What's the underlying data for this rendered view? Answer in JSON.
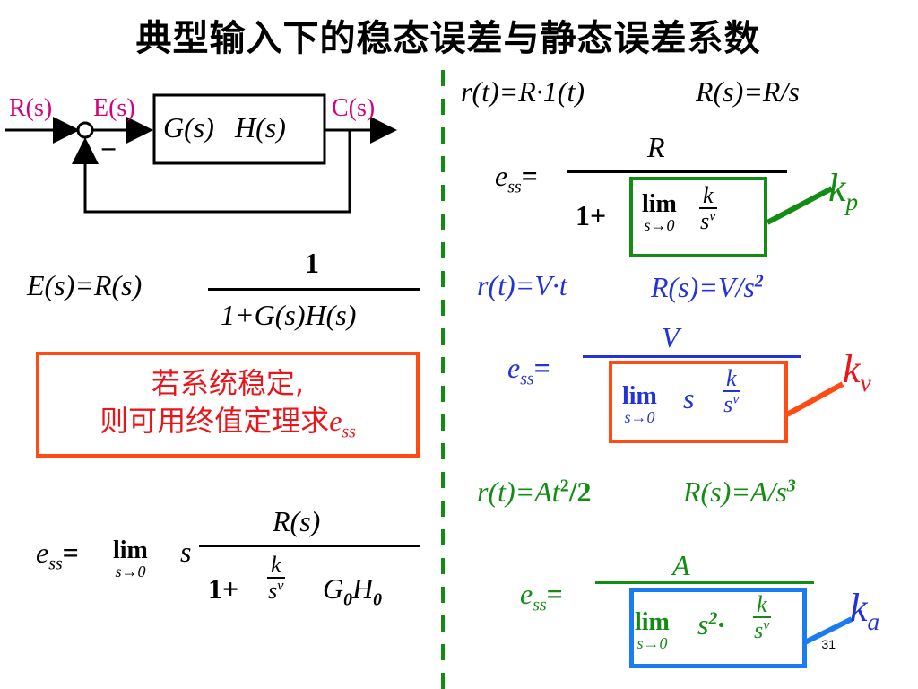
{
  "title": "典型输入下的稳态误差与静态误差系数",
  "diagram": {
    "input_label": "R(s)",
    "error_label": "E(s)",
    "output_label": "C(s)",
    "block_label_g": "G(s)",
    "block_label_h": "H(s)",
    "minus_sign": "−"
  },
  "error_formula": {
    "lhs": "E(s)=R(s)",
    "numerator": "1",
    "denominator": "1+G(s)H(s)"
  },
  "note": {
    "line1": "若系统稳定,",
    "line2": "则可用终值定理求",
    "ess": "e",
    "ess_sub": "ss"
  },
  "ess_general": {
    "lhs": "e",
    "lhs_sub": "ss",
    "eq": "=",
    "lim": "lim",
    "lim_sub": "s→0",
    "s": "s",
    "numerator": "R(s)",
    "den_prefix": "1+",
    "k": "k",
    "sv": "s",
    "v": "v",
    "gh": "G",
    "gh_sub": "0",
    "h": "H",
    "h_sub": "0"
  },
  "step": {
    "r_t": "r(t)=R·1(t)",
    "R_s": "R(s)=R/s",
    "numerator": "R",
    "den_prefix": "1+",
    "lim": "lim",
    "lim_sub": "s→0",
    "k": "k",
    "sv": "s",
    "v": "v",
    "coef": "k",
    "coef_sub": "p"
  },
  "ramp": {
    "r_t": "r(t)=V·t",
    "R_s": "R(s)=V/s",
    "R_s_sup": "2",
    "numerator": "V",
    "lim": "lim",
    "lim_sub": "s→0",
    "s": "s",
    "k": "k",
    "sv": "s",
    "v": "v",
    "coef": "k",
    "coef_sub": "v"
  },
  "parabolic": {
    "r_t": "r(t)=At",
    "r_t_sup": "2",
    "r_t_tail": "/2",
    "R_s": "R(s)=A/s",
    "R_s_sup": "3",
    "numerator": "A",
    "lim": "lim",
    "lim_sub": "s→0",
    "s": "s",
    "s_sup": "2",
    "dot": "·",
    "k": "k",
    "sv": "s",
    "v": "v",
    "coef": "k",
    "coef_sub": "a"
  },
  "colors": {
    "red": "#e8151a",
    "magenta": "#d6007f",
    "blue": "#2433d8",
    "green": "#138c13",
    "orange": "#ff4b14",
    "box_blue": "#1a7cf0"
  },
  "page_number": "31"
}
